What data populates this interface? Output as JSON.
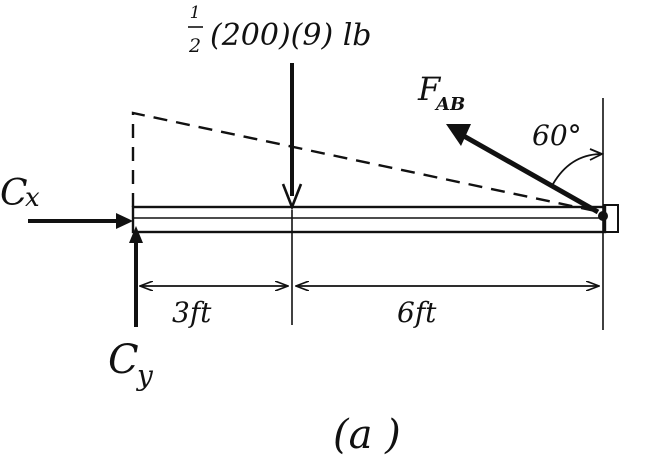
{
  "diagram": {
    "load_label": "(200)(9) lb",
    "load_fraction_num": "1",
    "load_fraction_den": "2",
    "force_ab_main": "F",
    "force_ab_sub": "AB",
    "angle_label": "60°",
    "reaction_x_main": "C",
    "reaction_x_sub": "x",
    "reaction_y_main": "C",
    "reaction_y_sub": "y",
    "dim_left": "3ft",
    "dim_right": "6ft",
    "caption": "(a )",
    "ink_color": "#111111"
  }
}
